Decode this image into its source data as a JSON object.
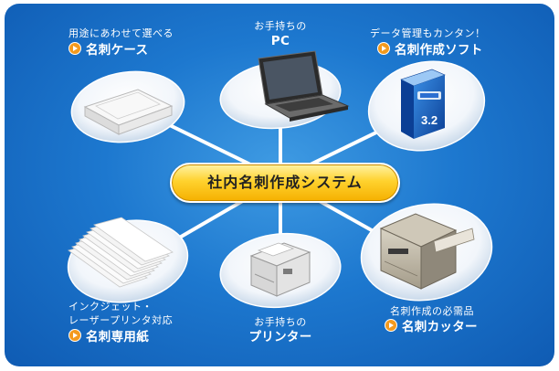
{
  "center": {
    "label": "社内名刺作成システム"
  },
  "nodes": {
    "case": {
      "caption": "用途にあわせて選べる",
      "title": "名刺ケース"
    },
    "pc": {
      "caption": "お手持ちの",
      "title": "PC"
    },
    "soft": {
      "caption": "データ管理もカンタン！",
      "title": "名刺作成ソフト"
    },
    "paper": {
      "caption_line1": "インクジェット・",
      "caption_line2": "レーザープリンタ対応",
      "title": "名刺専用紙"
    },
    "printer": {
      "caption": "お手持ちの",
      "title": "プリンター"
    },
    "cutter": {
      "caption": "名刺作成の必需品",
      "title": "名刺カッター"
    }
  },
  "software_box": {
    "version": "3.2"
  },
  "colors": {
    "panel": "#1d78cf",
    "accent": "#f39a1e",
    "pill": "#ffd22e",
    "lines": "#ffffff"
  }
}
